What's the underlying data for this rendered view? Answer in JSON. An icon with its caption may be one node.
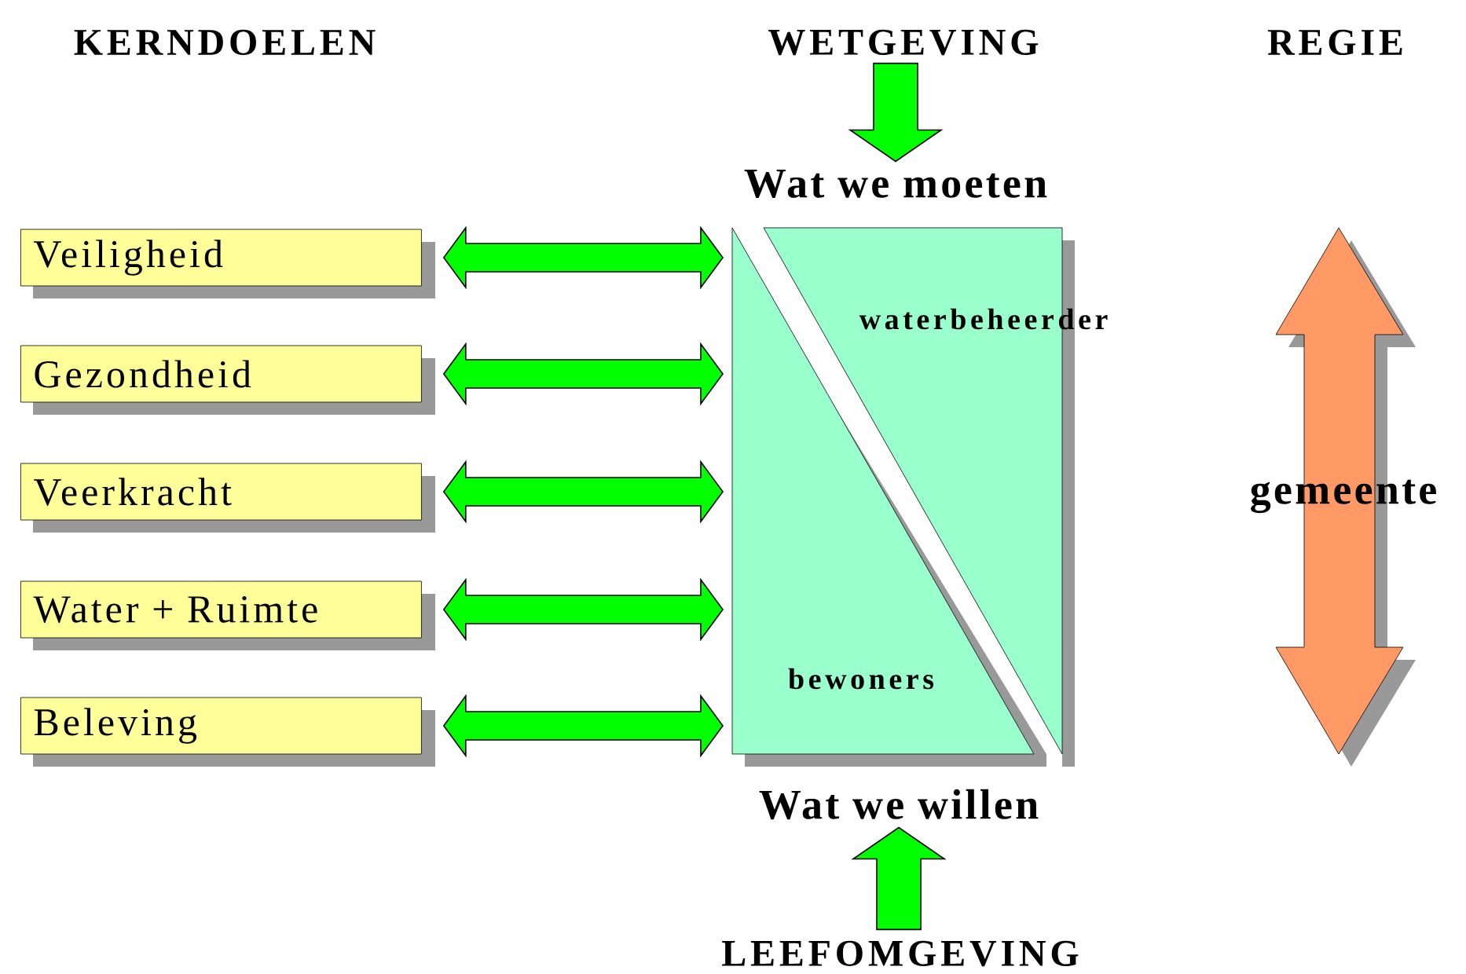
{
  "diagram": {
    "nodes": [
      {
        "text": [
          "WETGEVING"
        ]
      },
      {
        "text": [
          "Wat we moeten"
        ]
      },
      {
        "text": [
          "Veiligheid"
        ]
      },
      {
        "text": [
          "Gezondheid"
        ]
      },
      {
        "text": [
          "Veerkracht"
        ]
      },
      {
        "text": [
          "Water + Ruimte"
        ]
      },
      {
        "text": [
          "Beleving"
        ]
      },
      {
        "text": [
          "waterbeheerder"
        ]
      },
      {
        "text": [
          "bewoners"
        ]
      },
      {
        "text": [
          "gemeente"
        ]
      },
      {
        "text": [
          "Wat we willen"
        ]
      },
      {
        "text": [
          "LEEFOMGEVING"
        ]
      }
    ],
    "edges": [
      {
        "from": 0,
        "to": 1,
        "arrow": "to"
      },
      {
        "from": 11,
        "to": 10,
        "arrow": "to"
      },
      {
        "from": 2,
        "to": 8,
        "arrow": "both"
      },
      {
        "from": 3,
        "to": 8,
        "arrow": "both"
      },
      {
        "from": 4,
        "to": 8,
        "arrow": "both"
      },
      {
        "from": 5,
        "to": 8,
        "arrow": "both"
      },
      {
        "from": 6,
        "to": 8,
        "arrow": "both"
      }
    ],
    "labels": [
      "KERNDOELEN",
      "REGIE"
    ]
  }
}
